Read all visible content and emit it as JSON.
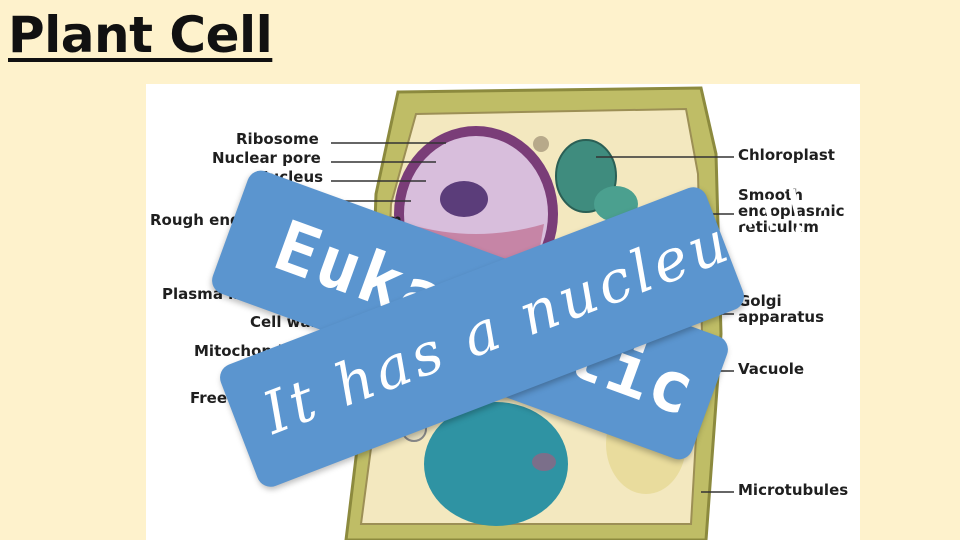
{
  "slide": {
    "title": "Plant Cell"
  },
  "diagram": {
    "labels_left": [
      "Ribosome",
      "Nuclear pore",
      "Nucleus",
      "Rough endoplasmic reticulum",
      "Plasma membrane",
      "Cell wall",
      "Mitochondrion",
      "Free ribosome"
    ],
    "labels_right": [
      "Chloroplast",
      "Smooth\nendoplasmic\nreticulum",
      "Golgi\napparatus",
      "Vacuole",
      "Microtubules"
    ]
  },
  "overlay": {
    "band_1_text": "Eukaryotic",
    "band_2_text": "It has a nucleus!!!",
    "band_color": "#5b95cf",
    "text_color": "#ffffff"
  },
  "colors": {
    "background": "#fef2cc",
    "cell_wall": "#c6c46a",
    "cytoplasm": "#f5ecc6",
    "nucleus": "#c9a9cd",
    "vacuole": "#2f93a3",
    "chloroplast": "#3f8c7e"
  }
}
